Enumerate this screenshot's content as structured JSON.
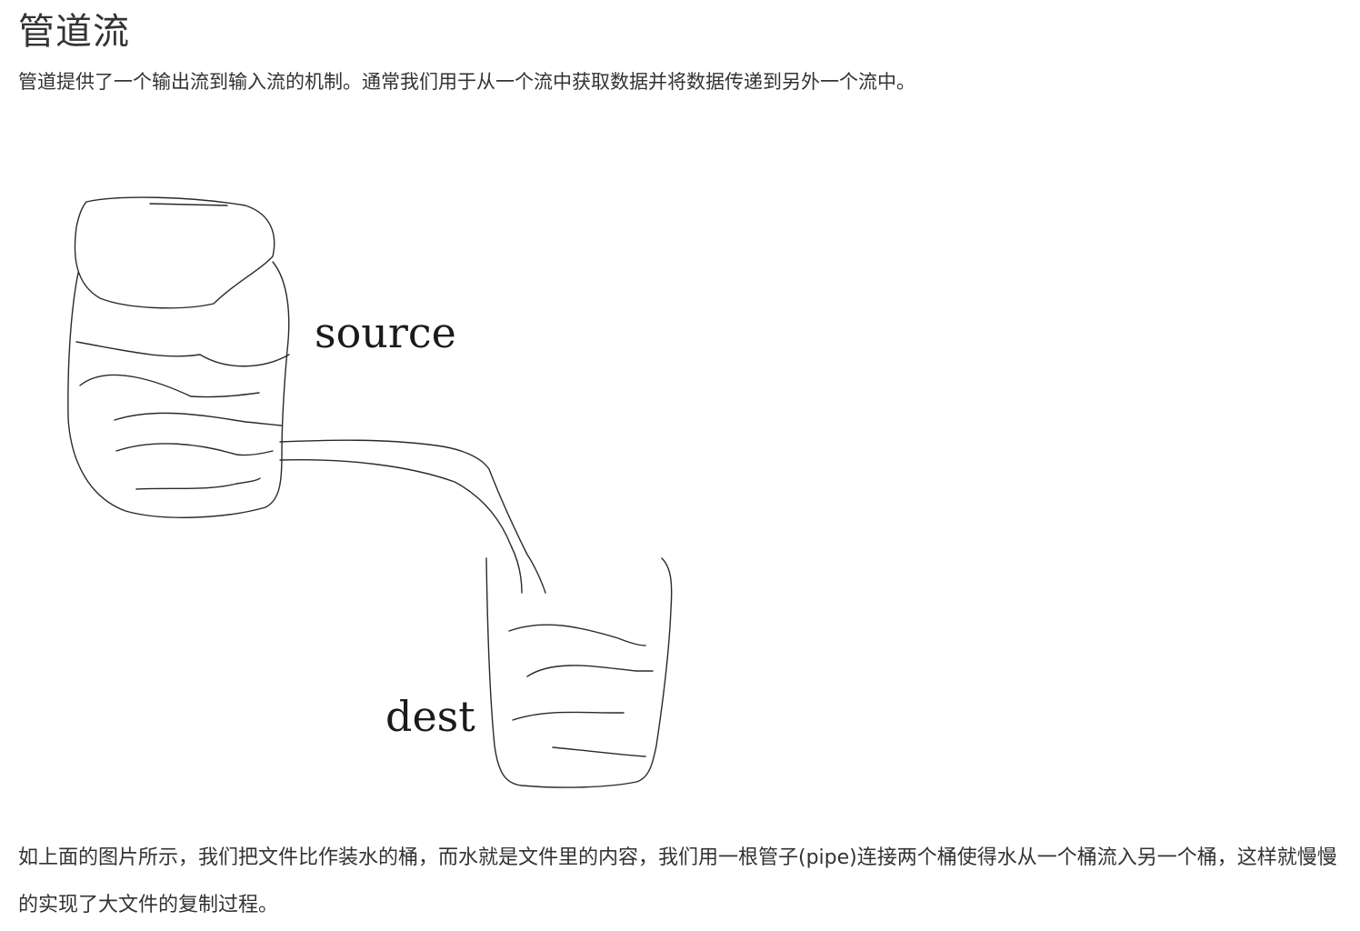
{
  "heading": "管道流",
  "intro": "管道提供了一个输出流到输入流的机制。通常我们用于从一个流中获取数据并将数据传递到另外一个流中。",
  "figure": {
    "source_label": "source",
    "dest_label": "dest"
  },
  "outro": "如上面的图片所示，我们把文件比作装水的桶，而水就是文件里的内容，我们用一根管子(pipe)连接两个桶使得水从一个桶流入另一个桶，这样就慢慢的实现了大文件的复制过程。"
}
